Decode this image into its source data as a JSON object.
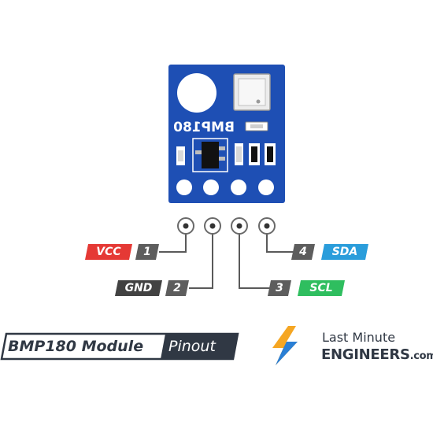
{
  "board": {
    "chip_label": "BMP180"
  },
  "pins": [
    {
      "number": "1",
      "label": "VCC",
      "color": "#e53935"
    },
    {
      "number": "2",
      "label": "GND",
      "color": "#424242"
    },
    {
      "number": "3",
      "label": "SCL",
      "color": "#2fbe5f"
    },
    {
      "number": "4",
      "label": "SDA",
      "color": "#2a9ddb"
    }
  ],
  "title": {
    "module": "BMP180 Module",
    "pinout": "Pinout"
  },
  "brand": {
    "line1": "Last Minute",
    "line2": "ENGINEERS",
    "suffix": ".com",
    "accent": "#f5a623",
    "accent2": "#2a7fd5"
  },
  "colors": {
    "board": "#1e4fb4",
    "wire": "#5a5a5a",
    "num_box": "#5d5d5d"
  }
}
